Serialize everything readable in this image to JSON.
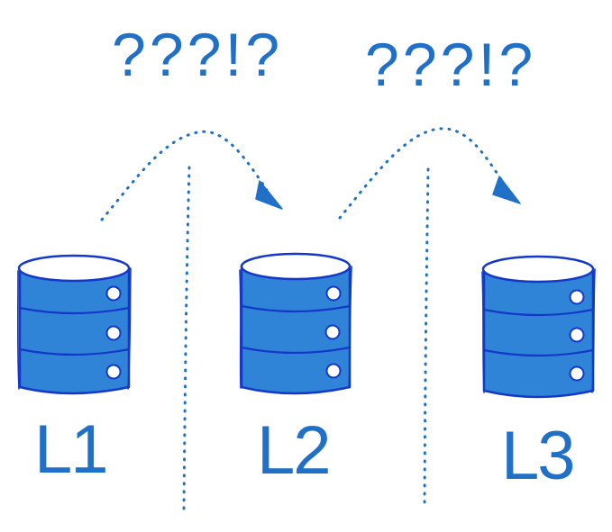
{
  "diagram": {
    "annotations": [
      {
        "text": "???!?"
      },
      {
        "text": "???!?"
      }
    ],
    "databases": [
      {
        "label": "L1",
        "icon": "database-icon"
      },
      {
        "label": "L2",
        "icon": "database-icon"
      },
      {
        "label": "L3",
        "icon": "database-icon"
      }
    ],
    "colors": {
      "text_blue": "#1f70c6",
      "database_fill": "#2f84d8",
      "database_stroke": "#1438c8",
      "background": "#ffffff"
    }
  }
}
